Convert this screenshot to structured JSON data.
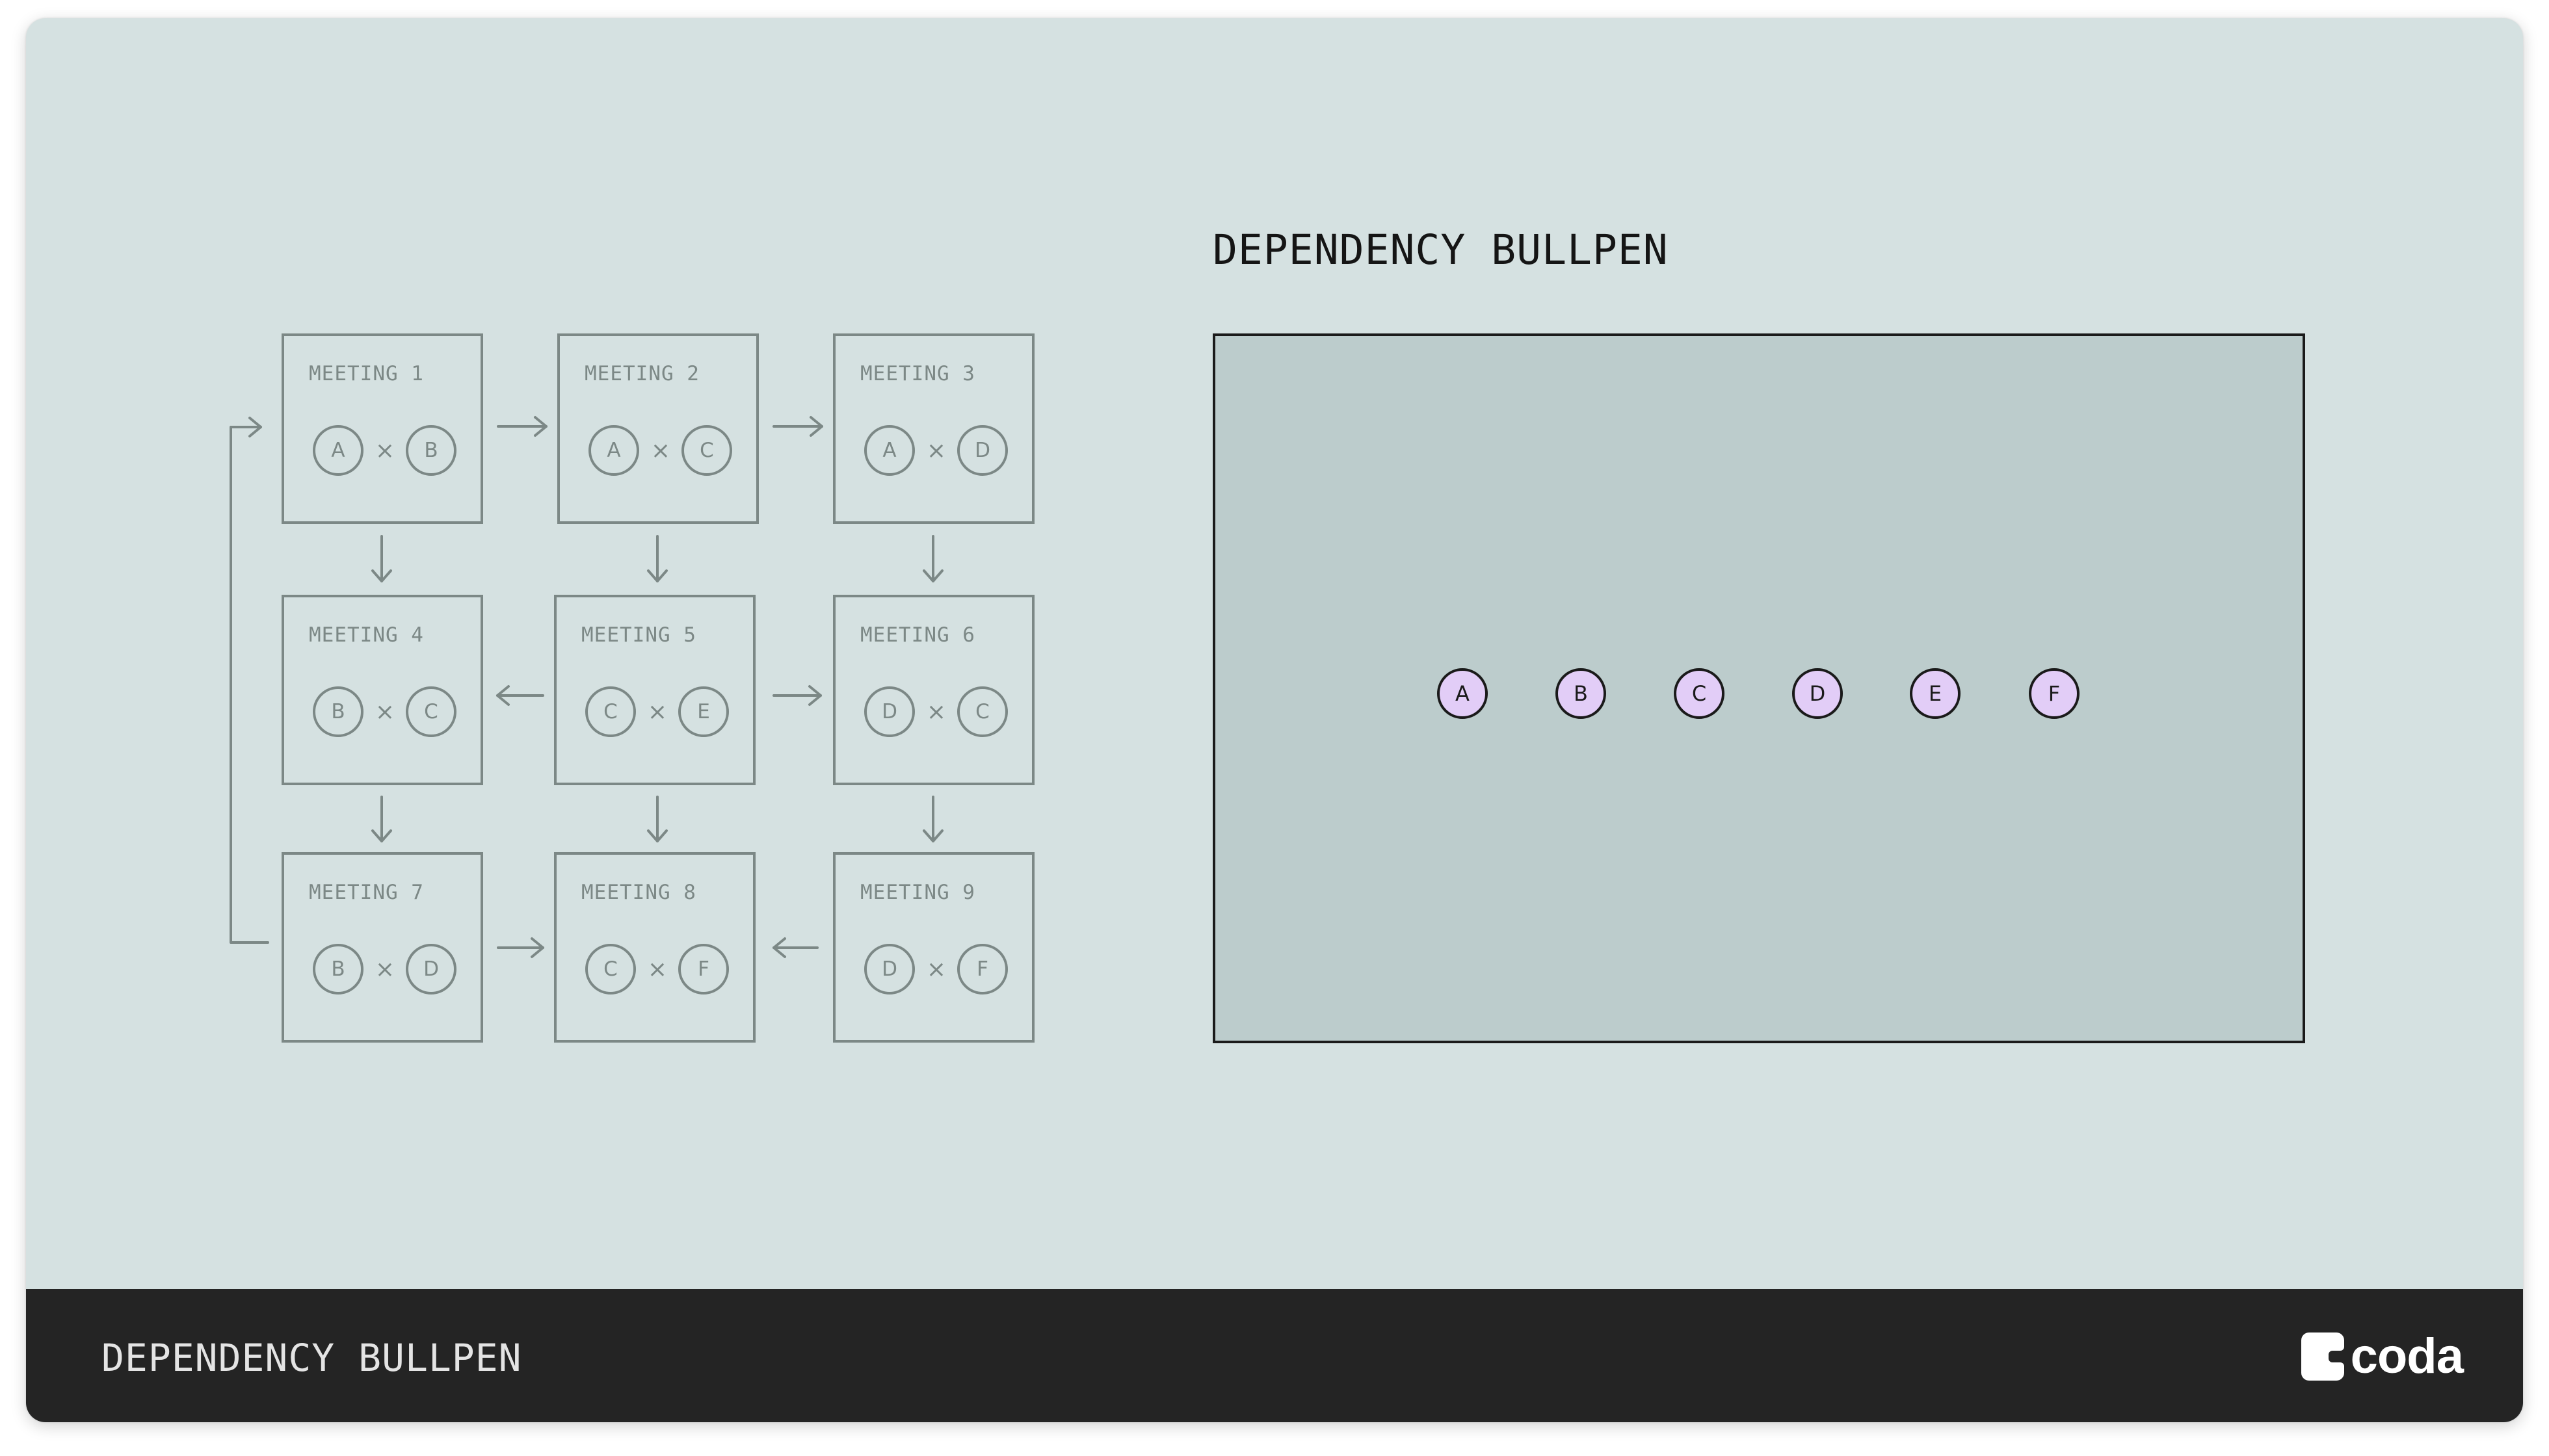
{
  "diagram": {
    "meetings": [
      {
        "title": "MEETING 1",
        "left": "A",
        "right": "B"
      },
      {
        "title": "MEETING 2",
        "left": "A",
        "right": "C"
      },
      {
        "title": "MEETING 3",
        "left": "A",
        "right": "D"
      },
      {
        "title": "MEETING 4",
        "left": "B",
        "right": "C"
      },
      {
        "title": "MEETING 5",
        "left": "C",
        "right": "E"
      },
      {
        "title": "MEETING 6",
        "left": "D",
        "right": "C"
      },
      {
        "title": "MEETING 7",
        "left": "B",
        "right": "D"
      },
      {
        "title": "MEETING 8",
        "left": "C",
        "right": "F"
      },
      {
        "title": "MEETING 9",
        "left": "D",
        "right": "F"
      }
    ],
    "times_symbol": "×",
    "edges": [
      {
        "from": 1,
        "to": 2
      },
      {
        "from": 2,
        "to": 3
      },
      {
        "from": 1,
        "to": 4
      },
      {
        "from": 2,
        "to": 5
      },
      {
        "from": 3,
        "to": 6
      },
      {
        "from": 5,
        "to": 4
      },
      {
        "from": 5,
        "to": 6
      },
      {
        "from": 4,
        "to": 7
      },
      {
        "from": 5,
        "to": 8
      },
      {
        "from": 6,
        "to": 9
      },
      {
        "from": 7,
        "to": 8
      },
      {
        "from": 9,
        "to": 8
      },
      {
        "from": 7,
        "to": 1
      }
    ]
  },
  "bullpen": {
    "heading": "DEPENDENCY BULLPEN",
    "participants": [
      "A",
      "B",
      "C",
      "D",
      "E",
      "F"
    ]
  },
  "footer": {
    "title": "DEPENDENCY BULLPEN",
    "logo_text": "coda"
  },
  "colors": {
    "background": "#d5e1e1",
    "bullpen_fill": "#bccccc",
    "diagram_stroke": "#7c8886",
    "participant_fill": "#e2cdf7",
    "footer_bg": "#242424"
  }
}
